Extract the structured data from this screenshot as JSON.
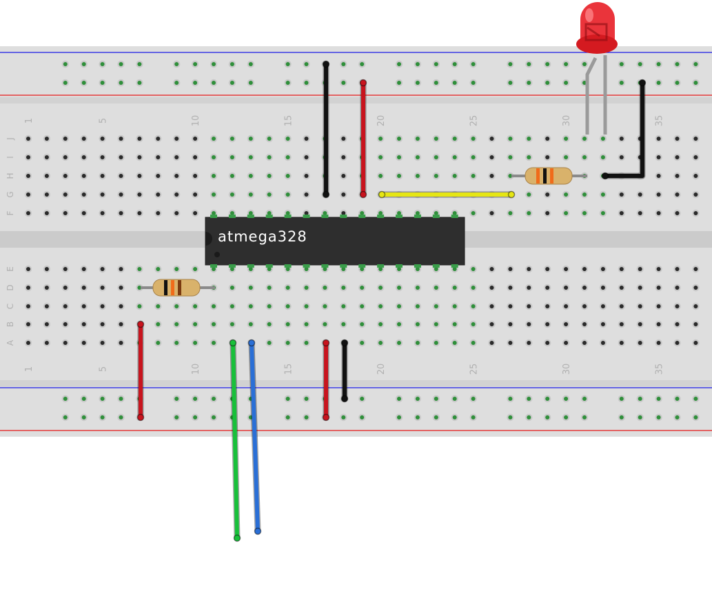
{
  "board": {
    "colors": {
      "board": "#dedede",
      "rail_blue": "#1a1ae6",
      "rail_red": "#e61a1a",
      "hole_idle": "#2a2a2a",
      "hole_connected": "#2f8f3a",
      "hole_ring": "#c9c9c9",
      "label": "#b0b0b0"
    },
    "column_labels": [
      "1",
      "5",
      "10",
      "15",
      "20",
      "25",
      "30",
      "35"
    ],
    "row_labels_top": [
      "J",
      "I",
      "H",
      "G",
      "F"
    ],
    "row_labels_bottom": [
      "E",
      "D",
      "C",
      "B",
      "A"
    ]
  },
  "chip": {
    "label": "atmega328",
    "pins_per_side": 14,
    "color": "#2e2e2e"
  },
  "led": {
    "color": "#e8232a",
    "legs": 2
  },
  "resistors": [
    {
      "bands": [
        "orange",
        "black",
        "orange"
      ]
    },
    {
      "bands": [
        "black",
        "orange",
        "brown"
      ]
    }
  ],
  "wires": [
    {
      "color": "#111111"
    },
    {
      "color": "#c8141e"
    },
    {
      "color": "#e6e614"
    },
    {
      "color": "#111111"
    },
    {
      "color": "#c8141e"
    },
    {
      "color": "#18c03a"
    },
    {
      "color": "#2a6fd6"
    },
    {
      "color": "#c8141e"
    },
    {
      "color": "#111111"
    }
  ]
}
